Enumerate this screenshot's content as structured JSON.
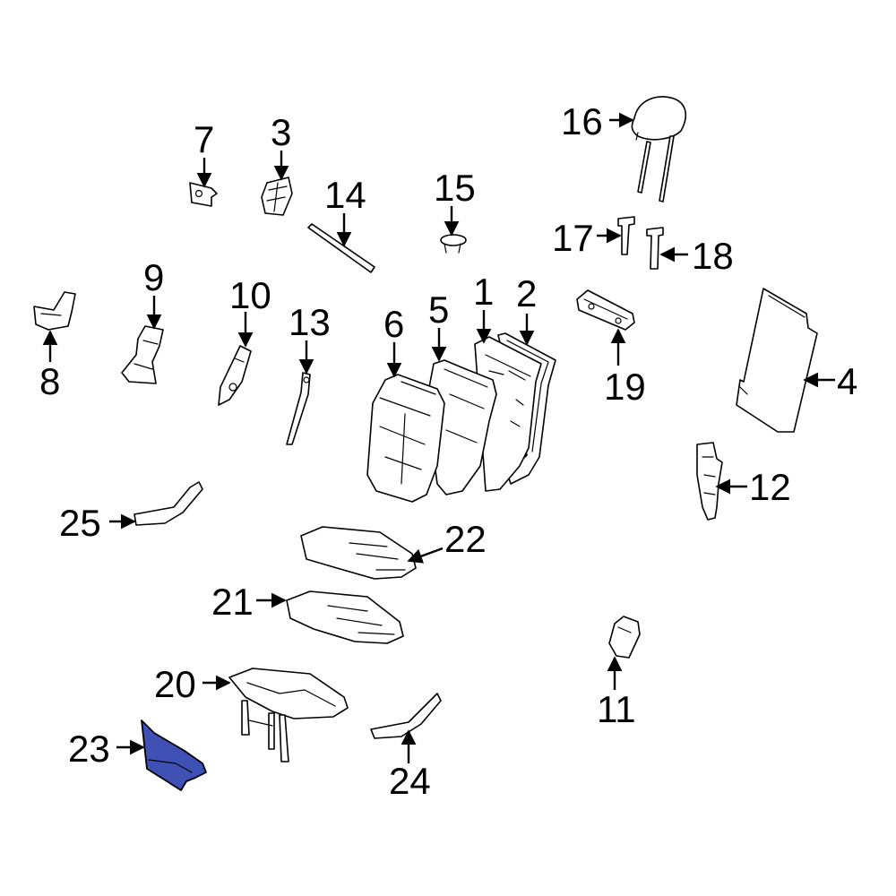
{
  "highlight_color": "#3f51b5",
  "callouts": {
    "c1": "1",
    "c2": "2",
    "c3": "3",
    "c4": "4",
    "c5": "5",
    "c6": "6",
    "c7": "7",
    "c8": "8",
    "c9": "9",
    "c10": "10",
    "c11": "11",
    "c12": "12",
    "c13": "13",
    "c14": "14",
    "c15": "15",
    "c16": "16",
    "c17": "17",
    "c18": "18",
    "c19": "19",
    "c20": "20",
    "c21": "21",
    "c22": "22",
    "c23": "23",
    "c24": "24",
    "c25": "25"
  },
  "highlighted_part": "23"
}
